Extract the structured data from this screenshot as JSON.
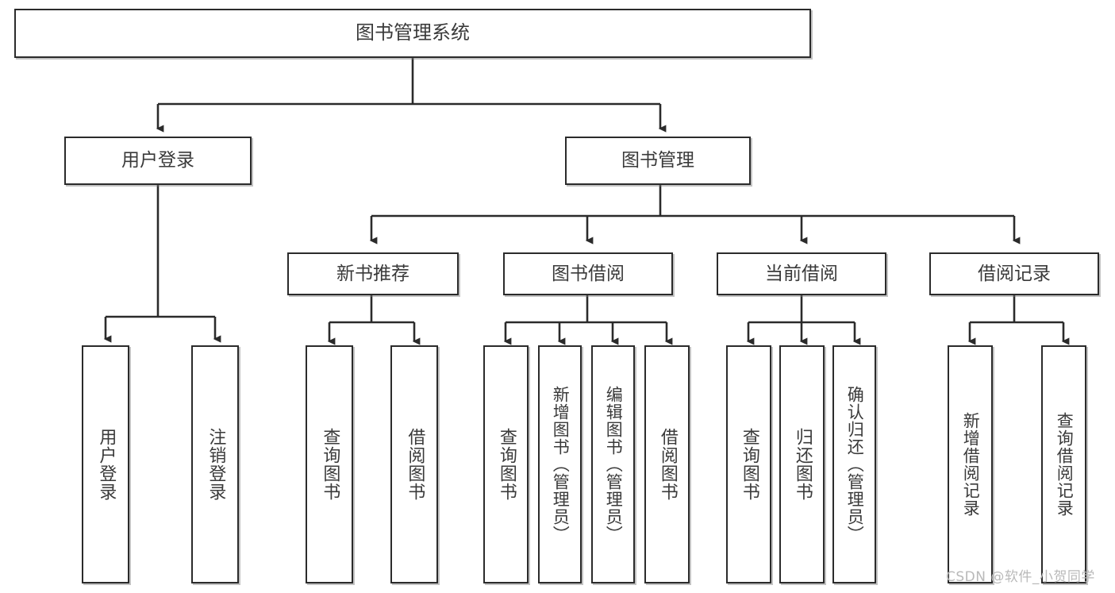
{
  "diagram": {
    "type": "tree",
    "title": "图书管理系统",
    "root": {
      "label": "图书管理系统"
    },
    "level2": [
      {
        "label": "用户登录"
      },
      {
        "label": "图书管理"
      }
    ],
    "level3": [
      {
        "label": "新书推荐"
      },
      {
        "label": "图书借阅"
      },
      {
        "label": "当前借阅"
      },
      {
        "label": "借阅记录"
      }
    ],
    "leaves": {
      "user_login": [
        {
          "label": "用户登录"
        },
        {
          "label": "注销登录"
        }
      ],
      "new_book_recommend": [
        {
          "label": "查询图书"
        },
        {
          "label": "借阅图书"
        }
      ],
      "book_borrow": [
        {
          "label": "查询图书"
        },
        {
          "label": "新增图书（管理员）"
        },
        {
          "label": "编辑图书（管理员）"
        },
        {
          "label": "借阅图书"
        }
      ],
      "current_borrow": [
        {
          "label": "查询图书"
        },
        {
          "label": "归还图书"
        },
        {
          "label": "确认归还（管理员）"
        }
      ],
      "borrow_record": [
        {
          "label": "新增借阅记录"
        },
        {
          "label": "查询借阅记录"
        }
      ]
    }
  },
  "watermark": {
    "text": "CSDN @软件_小贺同学"
  },
  "colors": {
    "stroke": "#2b2b2b",
    "text": "#3a3a3a",
    "background": "#ffffff",
    "watermark": "#b9b9b9"
  }
}
